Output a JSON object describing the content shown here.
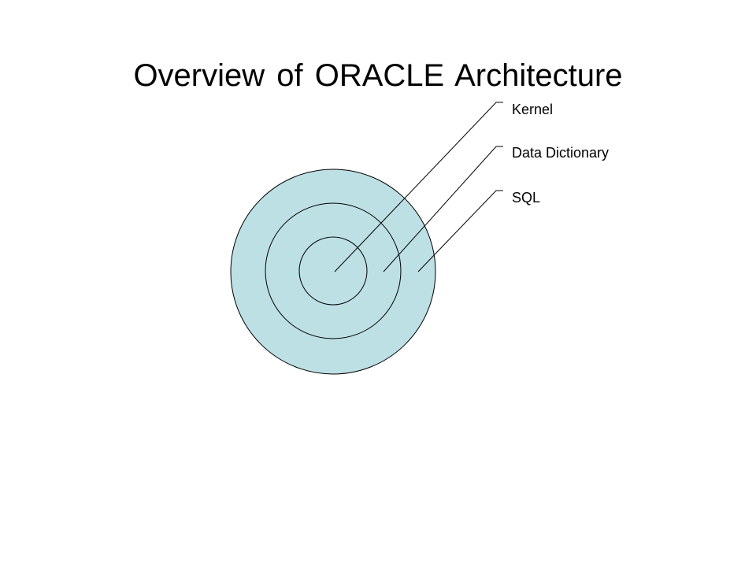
{
  "slide": {
    "title": "Overview of ORACLE Architecture"
  },
  "diagram": {
    "fill_color": "#bde0e4",
    "stroke_color": "#000000",
    "layers": [
      {
        "id": "kernel",
        "label": "Kernel"
      },
      {
        "id": "data-dictionary",
        "label": "Data Dictionary"
      },
      {
        "id": "sql",
        "label": "SQL"
      }
    ]
  }
}
